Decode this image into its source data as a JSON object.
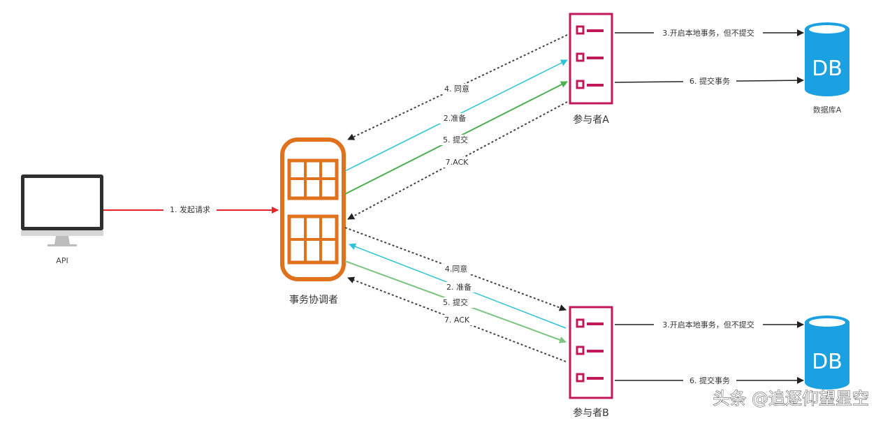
{
  "nodes": {
    "api": {
      "label": "API"
    },
    "coordinator": {
      "label": "事务协调者"
    },
    "participant_a": {
      "label": "参与者A"
    },
    "participant_b": {
      "label": "参与者B"
    },
    "db_a": {
      "icon_text": "DB",
      "label": "数据库A"
    },
    "db_b": {
      "icon_text": "DB"
    }
  },
  "edges": {
    "request": "1. 发起请求",
    "a_agree": "4. 同意",
    "a_prepare": "2.准备",
    "a_commit": "5. 提交",
    "a_ack": "7.ACK",
    "a_local_tx": "3.开启本地事务，但不提交",
    "a_commit_tx": "6. 提交事务",
    "b_agree": "4.同意",
    "b_prepare": "2. 准备",
    "b_commit": "5. 提交",
    "b_ack": "7. ACK",
    "b_local_tx": "3.开启本地事务，但不提交",
    "b_commit_tx": "6. 提交事务"
  },
  "watermark": "头条 @追逐仰望星空",
  "colors": {
    "request": "#e8232a",
    "prepare": "#2ec3d6",
    "commit": "#4caf50",
    "commit_light": "#7cc47f",
    "dotted": "#555555",
    "coordinator": "#e0721e",
    "participant": "#c2185b",
    "db": "#1ba1e2"
  }
}
